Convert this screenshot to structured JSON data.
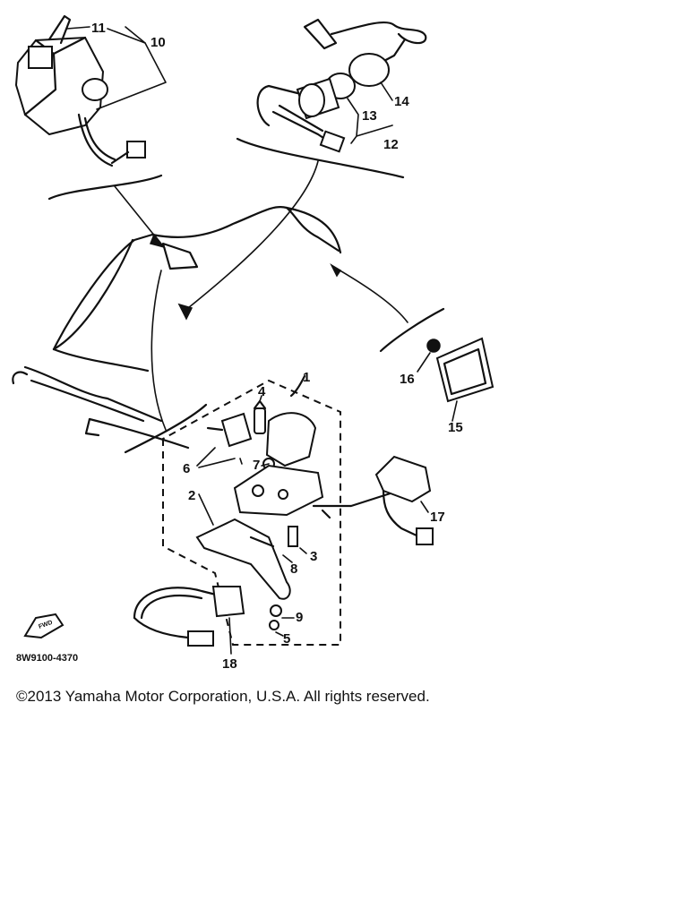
{
  "diagram": {
    "part_code": "8W9100-4370",
    "fwd_label": "FWD",
    "callouts": [
      "1",
      "2",
      "3",
      "4",
      "5",
      "6",
      "7",
      "8",
      "9",
      "10",
      "11",
      "12",
      "13",
      "14",
      "15",
      "16",
      "17",
      "18"
    ]
  },
  "footer": {
    "copyright": "©2013 Yamaha Motor Corporation, U.S.A. All rights reserved."
  }
}
